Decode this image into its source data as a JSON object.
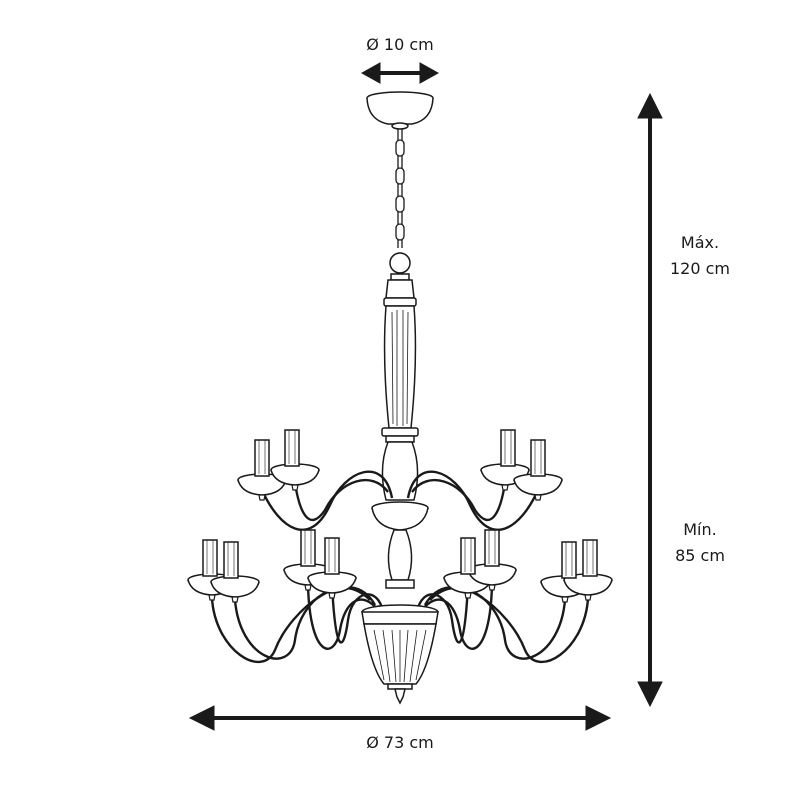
{
  "dimensions": {
    "top_diameter": "Ø 10 cm",
    "bottom_diameter": "Ø 73 cm",
    "max_height_label": "Máx.",
    "max_height_value": "120 cm",
    "min_height_label": "Mín.",
    "min_height_value": "85 cm"
  },
  "colors": {
    "line": "#1a1a1a",
    "background": "#ffffff"
  }
}
